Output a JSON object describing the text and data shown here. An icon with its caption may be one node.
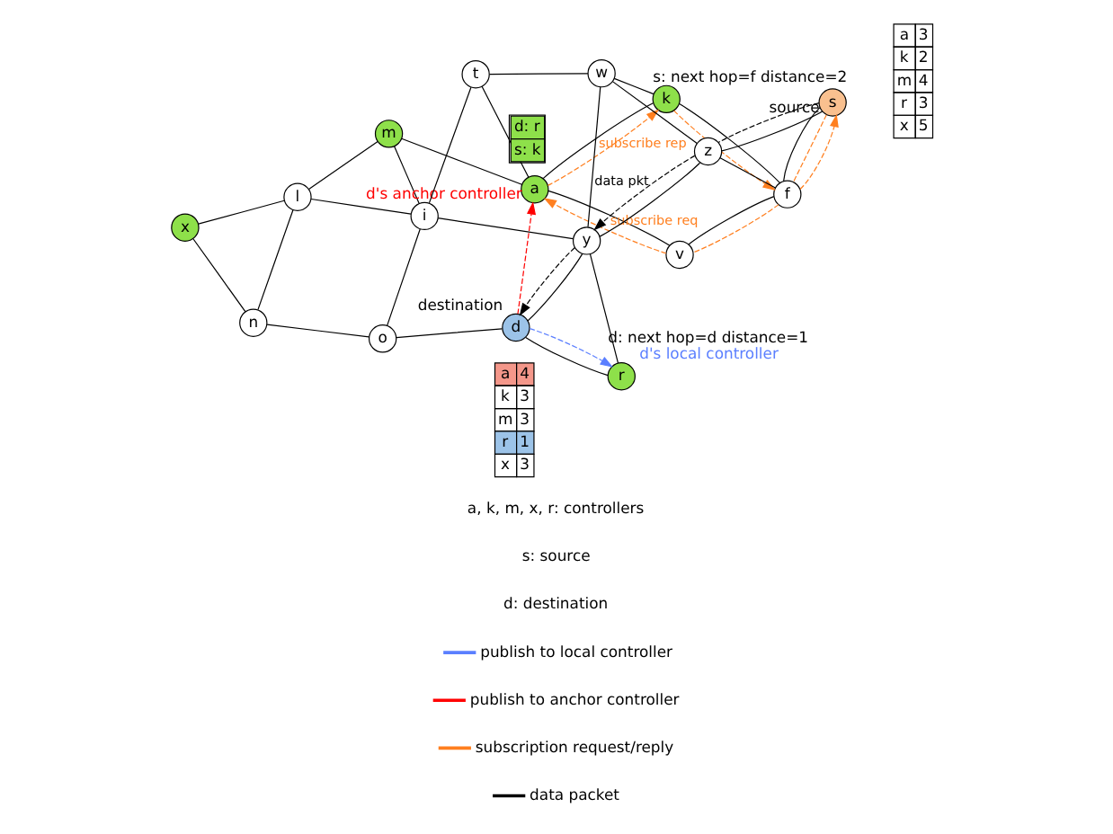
{
  "diagram": {
    "nodes": [
      {
        "text": [
          "m"
        ]
      },
      {
        "text": [
          "a"
        ],
        "beside": [
          "d's anchor controller"
        ]
      },
      {
        "text": [
          "l"
        ]
      },
      {
        "text": [
          "x"
        ]
      },
      {
        "text": [
          "t"
        ]
      },
      {
        "text": [
          "i"
        ]
      },
      {
        "text": [
          "v"
        ]
      },
      {
        "text": [
          "n"
        ]
      },
      {
        "text": [
          "o"
        ]
      },
      {
        "text": [
          "k"
        ],
        "beside": [
          "s: next hop=f distance=2"
        ]
      },
      {
        "text": [
          "d"
        ],
        "beside": [
          "destination"
        ]
      },
      {
        "text": [
          "w"
        ]
      },
      {
        "text": [
          "f"
        ]
      },
      {
        "text": [
          "y"
        ]
      },
      {
        "text": [
          "z"
        ]
      },
      {
        "text": [
          "r"
        ],
        "beside": [
          "d: next hop=d distance=1",
          "d's local controller"
        ]
      },
      {
        "text": [
          "s"
        ],
        "beside": [
          "source"
        ]
      }
    ],
    "edges": [
      {
        "from": 1,
        "to": 0,
        "arrow": "none"
      },
      {
        "from": 0,
        "to": 2,
        "arrow": "none"
      },
      {
        "from": 0,
        "to": 5,
        "arrow": "none"
      },
      {
        "from": 2,
        "to": 3,
        "arrow": "none"
      },
      {
        "from": 2,
        "to": 5,
        "arrow": "none"
      },
      {
        "from": 2,
        "to": 7,
        "arrow": "none"
      },
      {
        "from": 7,
        "to": 3,
        "arrow": "none"
      },
      {
        "from": 1,
        "to": 6,
        "arrow": "none"
      },
      {
        "from": 1,
        "to": 4,
        "arrow": "none"
      },
      {
        "from": 1,
        "to": 9,
        "arrow": "none"
      },
      {
        "from": 4,
        "to": 5,
        "arrow": "none"
      },
      {
        "from": 4,
        "to": 11,
        "arrow": "none"
      },
      {
        "from": 5,
        "to": 8,
        "arrow": "none"
      },
      {
        "from": 5,
        "to": 13,
        "arrow": "none"
      },
      {
        "from": 8,
        "to": 7,
        "arrow": "none"
      },
      {
        "from": 8,
        "to": 10,
        "arrow": "none"
      },
      {
        "from": 6,
        "to": 12,
        "arrow": "none"
      },
      {
        "from": 9,
        "to": 12,
        "arrow": "none"
      },
      {
        "from": 9,
        "to": 11,
        "arrow": "none"
      },
      {
        "from": 11,
        "to": 14,
        "arrow": "none"
      },
      {
        "from": 11,
        "to": 13,
        "arrow": "none"
      },
      {
        "from": 12,
        "to": 14,
        "arrow": "none"
      },
      {
        "from": 12,
        "to": 16,
        "arrow": "none"
      },
      {
        "from": 16,
        "to": 14,
        "arrow": "none"
      },
      {
        "from": 14,
        "to": 13,
        "arrow": "none"
      },
      {
        "from": 13,
        "to": 10,
        "arrow": "none"
      },
      {
        "from": 13,
        "to": 15,
        "arrow": "none"
      },
      {
        "from": 15,
        "to": 10,
        "arrow": "none"
      },
      {
        "from": 10,
        "to": 1,
        "arrow": "to",
        "style": "dashed",
        "color": "#ff0000"
      },
      {
        "from": 10,
        "to": 15,
        "arrow": "to",
        "style": "dashed",
        "color": "#5b7fff"
      },
      {
        "from": 16,
        "to": 12,
        "arrow": "none",
        "style": "dashed",
        "color": "#ff7f1f"
      },
      {
        "from": 12,
        "to": 6,
        "arrow": "none",
        "style": "dashed",
        "color": "#ff7f1f"
      },
      {
        "from": 6,
        "to": 1,
        "arrow": "to",
        "label": "subscribe req",
        "style": "dashed",
        "color": "#ff7f1f"
      },
      {
        "from": 1,
        "to": 9,
        "arrow": "to",
        "label": "subscribe rep",
        "style": "dashed",
        "color": "#ff7f1f"
      },
      {
        "from": 9,
        "to": 12,
        "arrow": "to",
        "style": "dashed",
        "color": "#ff7f1f"
      },
      {
        "from": 12,
        "to": 16,
        "arrow": "to",
        "style": "dashed",
        "color": "#ff7f1f"
      },
      {
        "from": 16,
        "to": 14,
        "arrow": "none",
        "style": "dashed"
      },
      {
        "from": 14,
        "to": 13,
        "arrow": "to",
        "label": "data pkt",
        "style": "dashed"
      },
      {
        "from": 13,
        "to": 10,
        "arrow": "to",
        "style": "dashed"
      }
    ],
    "labels": [
      "d: r",
      "s: k",
      "a",
      "4",
      "k",
      "3",
      "m",
      "3",
      "r",
      "1",
      "x",
      "3",
      "a",
      "3",
      "k",
      "2",
      "m",
      "4",
      "r",
      "3",
      "x",
      "5",
      "a, k, m, x, r: controllers",
      "s: source",
      "d: destination"
    ],
    "legend": [
      {
        "text": "publish to local controller"
      },
      {
        "text": "publish to anchor controller"
      },
      {
        "text": "subscription request/reply"
      },
      {
        "text": "data packet"
      }
    ]
  }
}
